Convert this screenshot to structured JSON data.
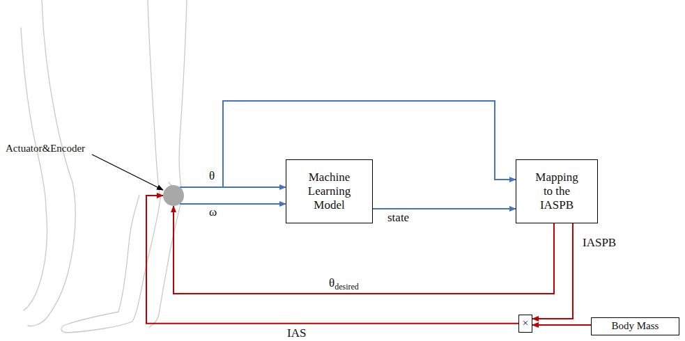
{
  "diagram": {
    "nodes": [
      {
        "text": [
          "Actuator&Encoder"
        ]
      },
      {
        "text": [
          "Machine Learning Model"
        ]
      },
      {
        "text": [
          "Mapping to the IASPB"
        ]
      },
      {
        "text": [
          "×"
        ]
      },
      {
        "text": [
          "Body Mass"
        ]
      }
    ],
    "edges": [
      {
        "from": 0,
        "to": 1,
        "label": "θ",
        "arrow": "to"
      },
      {
        "from": 0,
        "to": 2,
        "arrow": "to"
      },
      {
        "from": 0,
        "to": 1,
        "label": "ω",
        "arrow": "to"
      },
      {
        "from": 1,
        "to": 2,
        "label": "state",
        "arrow": "to"
      },
      {
        "from": 2,
        "to": 0,
        "label": "θdesired",
        "arrow": "to"
      },
      {
        "from": 2,
        "to": 3,
        "label": "IASPB",
        "arrow": "to"
      },
      {
        "from": 4,
        "to": 3,
        "arrow": "to"
      },
      {
        "from": 3,
        "to": 0,
        "label": "IAS",
        "arrow": "to"
      }
    ]
  }
}
